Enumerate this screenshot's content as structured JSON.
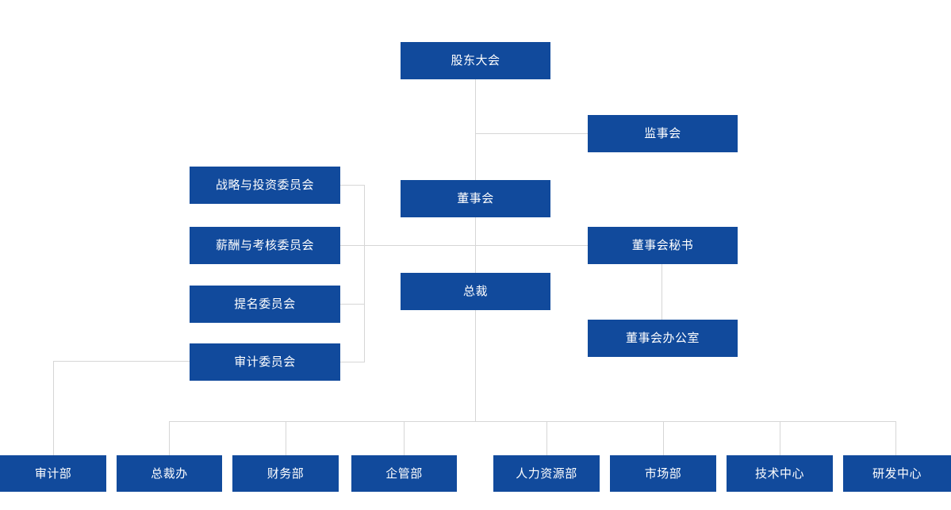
{
  "diagram": {
    "title_text": "",
    "accent_color": "#114a9c",
    "line_color": "#d6d6d6",
    "background_color": "#ffffff",
    "text_color": "#ffffff"
  },
  "nodes": {
    "shareholders_meeting": {
      "label": "股东大会"
    },
    "supervisory_board": {
      "label": "监事会"
    },
    "board_of_directors": {
      "label": "董事会"
    },
    "board_secretary": {
      "label": "董事会秘书"
    },
    "board_office": {
      "label": "董事会办公室"
    },
    "president": {
      "label": "总裁"
    }
  },
  "committees": [
    {
      "label": "战略与投资委员会"
    },
    {
      "label": "薪酬与考核委员会"
    },
    {
      "label": "提名委员会"
    },
    {
      "label": "审计委员会"
    }
  ],
  "departments": [
    {
      "label": "审计部"
    },
    {
      "label": "总裁办"
    },
    {
      "label": "财务部"
    },
    {
      "label": "企管部"
    },
    {
      "label": "人力资源部"
    },
    {
      "label": "市场部"
    },
    {
      "label": "技术中心"
    },
    {
      "label": "研发中心"
    }
  ]
}
